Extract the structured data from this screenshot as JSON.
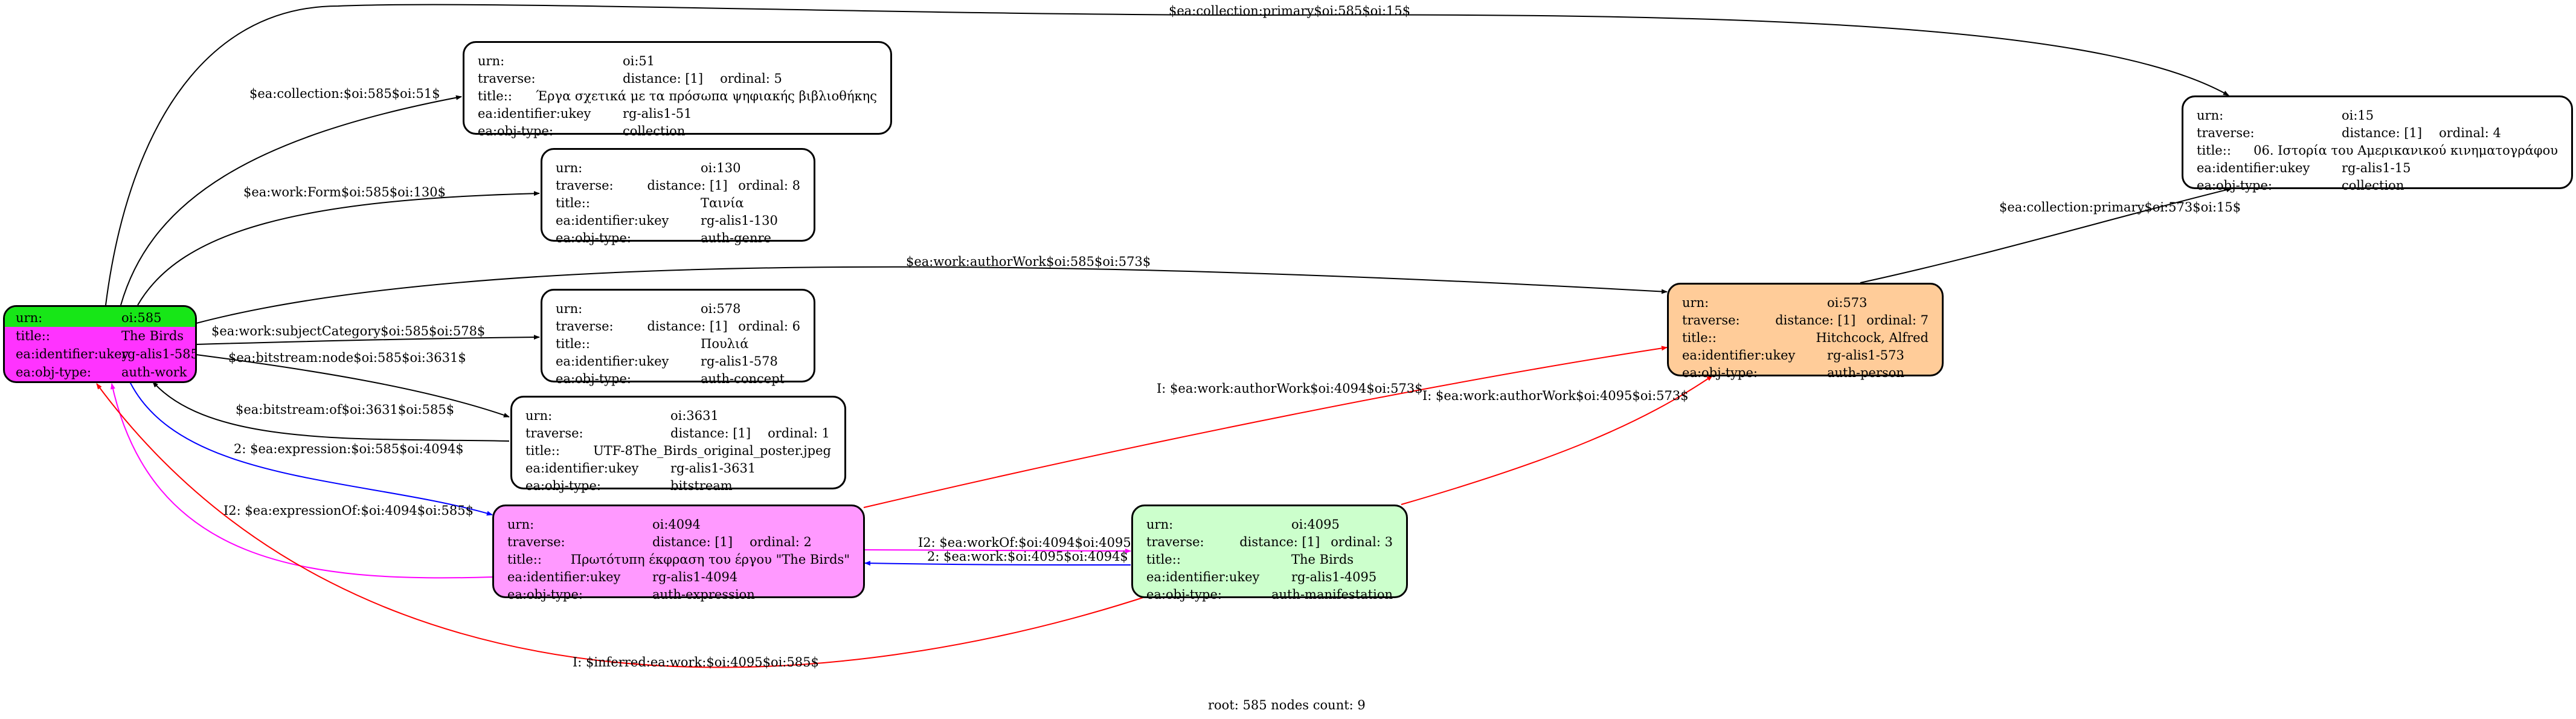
{
  "graph": {
    "field_labels": {
      "urn": "urn:",
      "traverse": "traverse:",
      "title": "title::",
      "ukey": "ea:identifier:ukey",
      "objtype": "ea:obj-type:"
    },
    "nodes": {
      "n585": {
        "urn": "oi:585",
        "title": "The Birds",
        "ukey": "rg-alis1-585",
        "objtype": "auth-work"
      },
      "n51": {
        "urn": "oi:51",
        "distance": "distance: [1]",
        "ordinal": "ordinal: 5",
        "title": "Έργα σχετικά με τα πρόσωπα ψηφιακής βιβλιοθήκης",
        "ukey": "rg-alis1-51",
        "objtype": "collection"
      },
      "n130": {
        "urn": "oi:130",
        "distance": "distance: [1]",
        "ordinal": "ordinal: 8",
        "title": "Ταινία",
        "ukey": "rg-alis1-130",
        "objtype": "auth-genre"
      },
      "n578": {
        "urn": "oi:578",
        "distance": "distance: [1]",
        "ordinal": "ordinal: 6",
        "title": "Πουλιά",
        "ukey": "rg-alis1-578",
        "objtype": "auth-concept"
      },
      "n3631": {
        "urn": "oi:3631",
        "distance": "distance: [1]",
        "ordinal": "ordinal: 1",
        "title": "UTF-8The_Birds_original_poster.jpeg",
        "ukey": "rg-alis1-3631",
        "objtype": "bitstream"
      },
      "n4094": {
        "urn": "oi:4094",
        "distance": "distance: [1]",
        "ordinal": "ordinal: 2",
        "title": "Πρωτότυπη έκφραση του έργου \"The Birds\"",
        "ukey": "rg-alis1-4094",
        "objtype": "auth-expression"
      },
      "n4095": {
        "urn": "oi:4095",
        "distance": "distance: [1]",
        "ordinal": "ordinal: 3",
        "title": "The Birds",
        "ukey": "rg-alis1-4095",
        "objtype": "auth-manifestation"
      },
      "n573": {
        "urn": "oi:573",
        "distance": "distance: [1]",
        "ordinal": "ordinal: 7",
        "title": "Hitchcock, Alfred",
        "ukey": "rg-alis1-573",
        "objtype": "auth-person"
      },
      "n15": {
        "urn": "oi:15",
        "distance": "distance: [1]",
        "ordinal": "ordinal: 4",
        "title": "06. Ιστορία του Αμερικανικού κινηματογράφου",
        "ukey": "rg-alis1-15",
        "objtype": "collection"
      }
    },
    "edges": {
      "e1": "$ea:collection:primary$oi:585$oi:15$",
      "e2": "$ea:collection:$oi:585$oi:51$",
      "e3": "$ea:work:Form$oi:585$oi:130$",
      "e4": "$ea:work:authorWork$oi:585$oi:573$",
      "e5": "$ea:work:subjectCategory$oi:585$oi:578$",
      "e6": "$ea:bitstream:node$oi:585$oi:3631$",
      "e7": "$ea:bitstream:of$oi:3631$oi:585$",
      "e8": "2: $ea:expression:$oi:585$oi:4094$",
      "e9": "I2: $ea:expressionOf:$oi:4094$oi:585$",
      "e10": "I2: $ea:workOf:$oi:4094$oi:4095$",
      "e11": "2: $ea:work:$oi:4095$oi:4094$",
      "e12": "I: $ea:work:authorWork$oi:4094$oi:573$",
      "e13": "I: $ea:work:authorWork$oi:4095$oi:573$",
      "e14": "I: $inferred:ea:work:$oi:4095$oi:585$",
      "e15": "$ea:collection:primary$oi:573$oi:15$"
    },
    "colors": {
      "root_fill": "#ff33ff",
      "root_urn_row": "#17e617",
      "expression_fill": "#ff99ff",
      "manifestation_fill": "#ccffcc",
      "person_fill": "#ffcc99",
      "edge_default": "#000000",
      "edge_red": "#ff0000",
      "edge_blue": "#0000ff",
      "edge_magenta": "#ff00ff"
    },
    "footer": "root: 585 nodes count: 9"
  }
}
